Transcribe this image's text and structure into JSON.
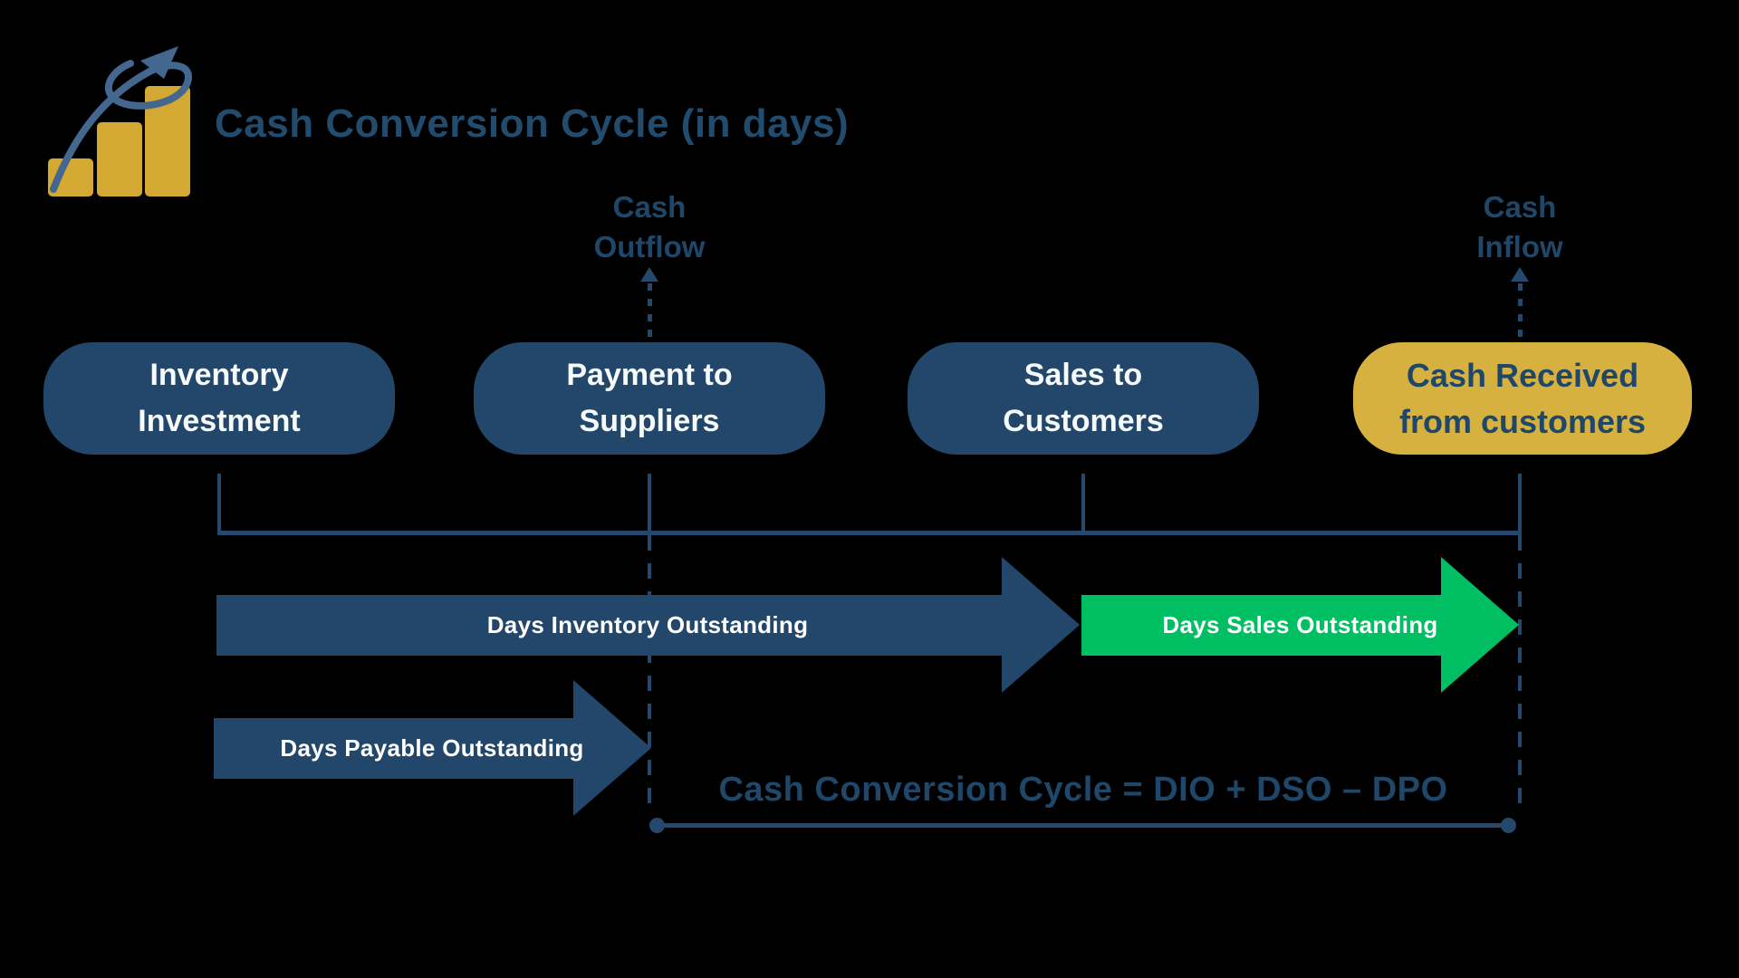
{
  "header": {
    "title": "Cash Conversion Cycle (in days)"
  },
  "flow": {
    "outflow": {
      "line1": "Cash",
      "line2": "Outflow"
    },
    "inflow": {
      "line1": "Cash",
      "line2": "Inflow"
    }
  },
  "stages": [
    {
      "name": "inventory-investment",
      "line1": "Inventory",
      "line2": "Investment",
      "variant": "navy"
    },
    {
      "name": "payment-to-suppliers",
      "line1": "Payment to",
      "line2": "Suppliers",
      "variant": "navy"
    },
    {
      "name": "sales-to-customers",
      "line1": "Sales to",
      "line2": "Customers",
      "variant": "navy"
    },
    {
      "name": "cash-received-from-customers",
      "line1": "Cash Received",
      "line2": "from customers",
      "variant": "gold"
    }
  ],
  "arrows": [
    {
      "label": "Days Inventory Outstanding",
      "color": "#22476A"
    },
    {
      "label": "Days Sales Outstanding",
      "color": "#00BF63"
    },
    {
      "label": "Days Payable Outstanding",
      "color": "#22476A"
    }
  ],
  "formula": {
    "text": "Cash Conversion Cycle = DIO + DSO – DPO"
  },
  "colors": {
    "background": "#000000",
    "navy_fill": "#22476A",
    "navy_text": "#1E4769",
    "title_text": "#214C6E",
    "line": "#24496D",
    "gold": "#D6B13F",
    "gold_logo": "#D3A833",
    "green": "#00BF63",
    "white_text": "#F6FAFA",
    "slate_arrow": "#44678F"
  },
  "logo": {
    "description": "rising gold bar chart with looping growth arrow"
  }
}
